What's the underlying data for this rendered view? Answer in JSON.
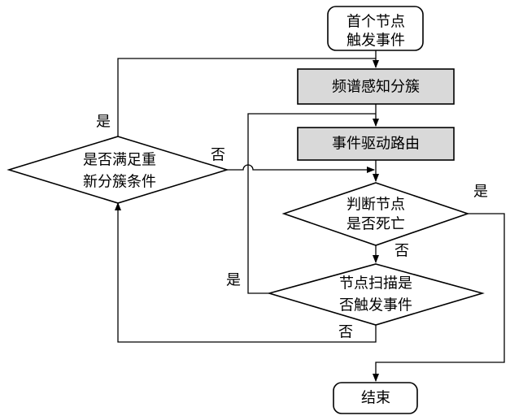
{
  "flowchart": {
    "start": {
      "line1": "首个节点",
      "line2": "触发事件"
    },
    "spectrum_clustering": "频谱感知分簇",
    "event_routing": "事件驱动路由",
    "node_death_check": {
      "line1": "判断节点",
      "line2": "是否死亡"
    },
    "scan_trigger_check": {
      "line1": "节点扫描是",
      "line2": "否触发事件"
    },
    "recluster_check": {
      "line1": "是否满足重",
      "line2": "新分簇条件"
    },
    "end": "结束"
  },
  "edge_labels": {
    "recluster_yes": "是",
    "recluster_no": "否",
    "death_yes": "是",
    "death_no": "否",
    "scan_yes": "是",
    "scan_no": "否"
  }
}
